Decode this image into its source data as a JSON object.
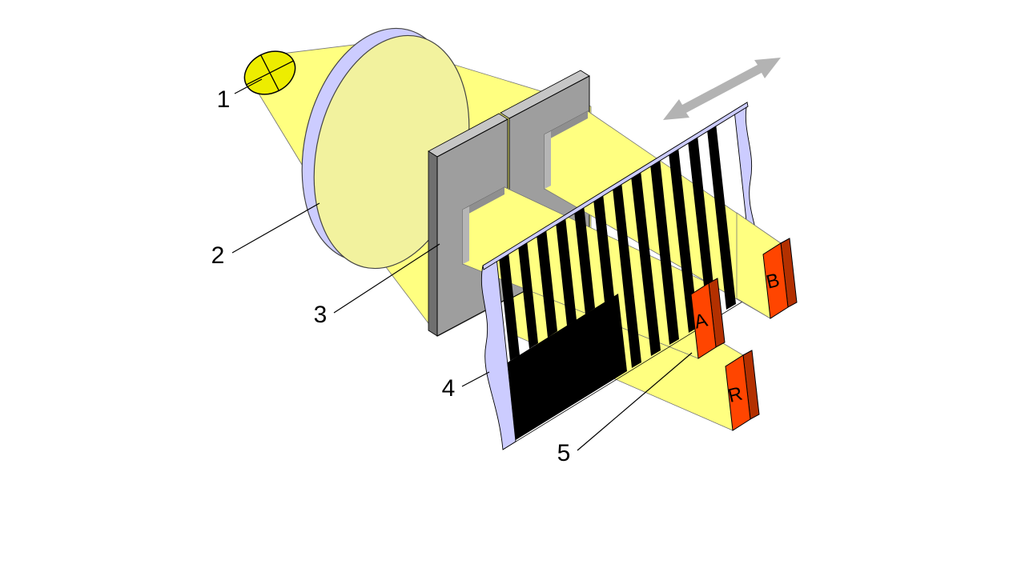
{
  "figure": {
    "callouts": [
      {
        "part": "light-source",
        "label": "1"
      },
      {
        "part": "lens",
        "label": "2"
      },
      {
        "part": "mask",
        "label": "3"
      },
      {
        "part": "code-scale",
        "label": "4"
      },
      {
        "part": "photodetectors",
        "label": "5"
      }
    ],
    "detectors": [
      {
        "id": "detector-a",
        "label": "A"
      },
      {
        "id": "detector-b",
        "label": "B"
      },
      {
        "id": "detector-r",
        "label": "R"
      }
    ],
    "colors": {
      "background": "#FFFFFF",
      "beam_yellow": "#FFFF80",
      "lamp_yellow": "#EDED00",
      "lens_body": "#F2F29E",
      "lens_rim": "#CCCCFF",
      "scale_edge": "#CCCCFF",
      "mask_front": "#9E9E9E",
      "mask_top": "#C6C6C6",
      "mask_side": "#6F6F6F",
      "hole_wall_dark": "#8F8F8F",
      "hole_wall_light": "#B5B5B5",
      "stripe_black": "#000000",
      "detector_front": "#FF4500",
      "detector_top": "#FF7A33",
      "detector_side": "#B33000",
      "arrow_gray": "#B3B3B3",
      "outline": "#000000",
      "label_color": "#000000"
    }
  }
}
